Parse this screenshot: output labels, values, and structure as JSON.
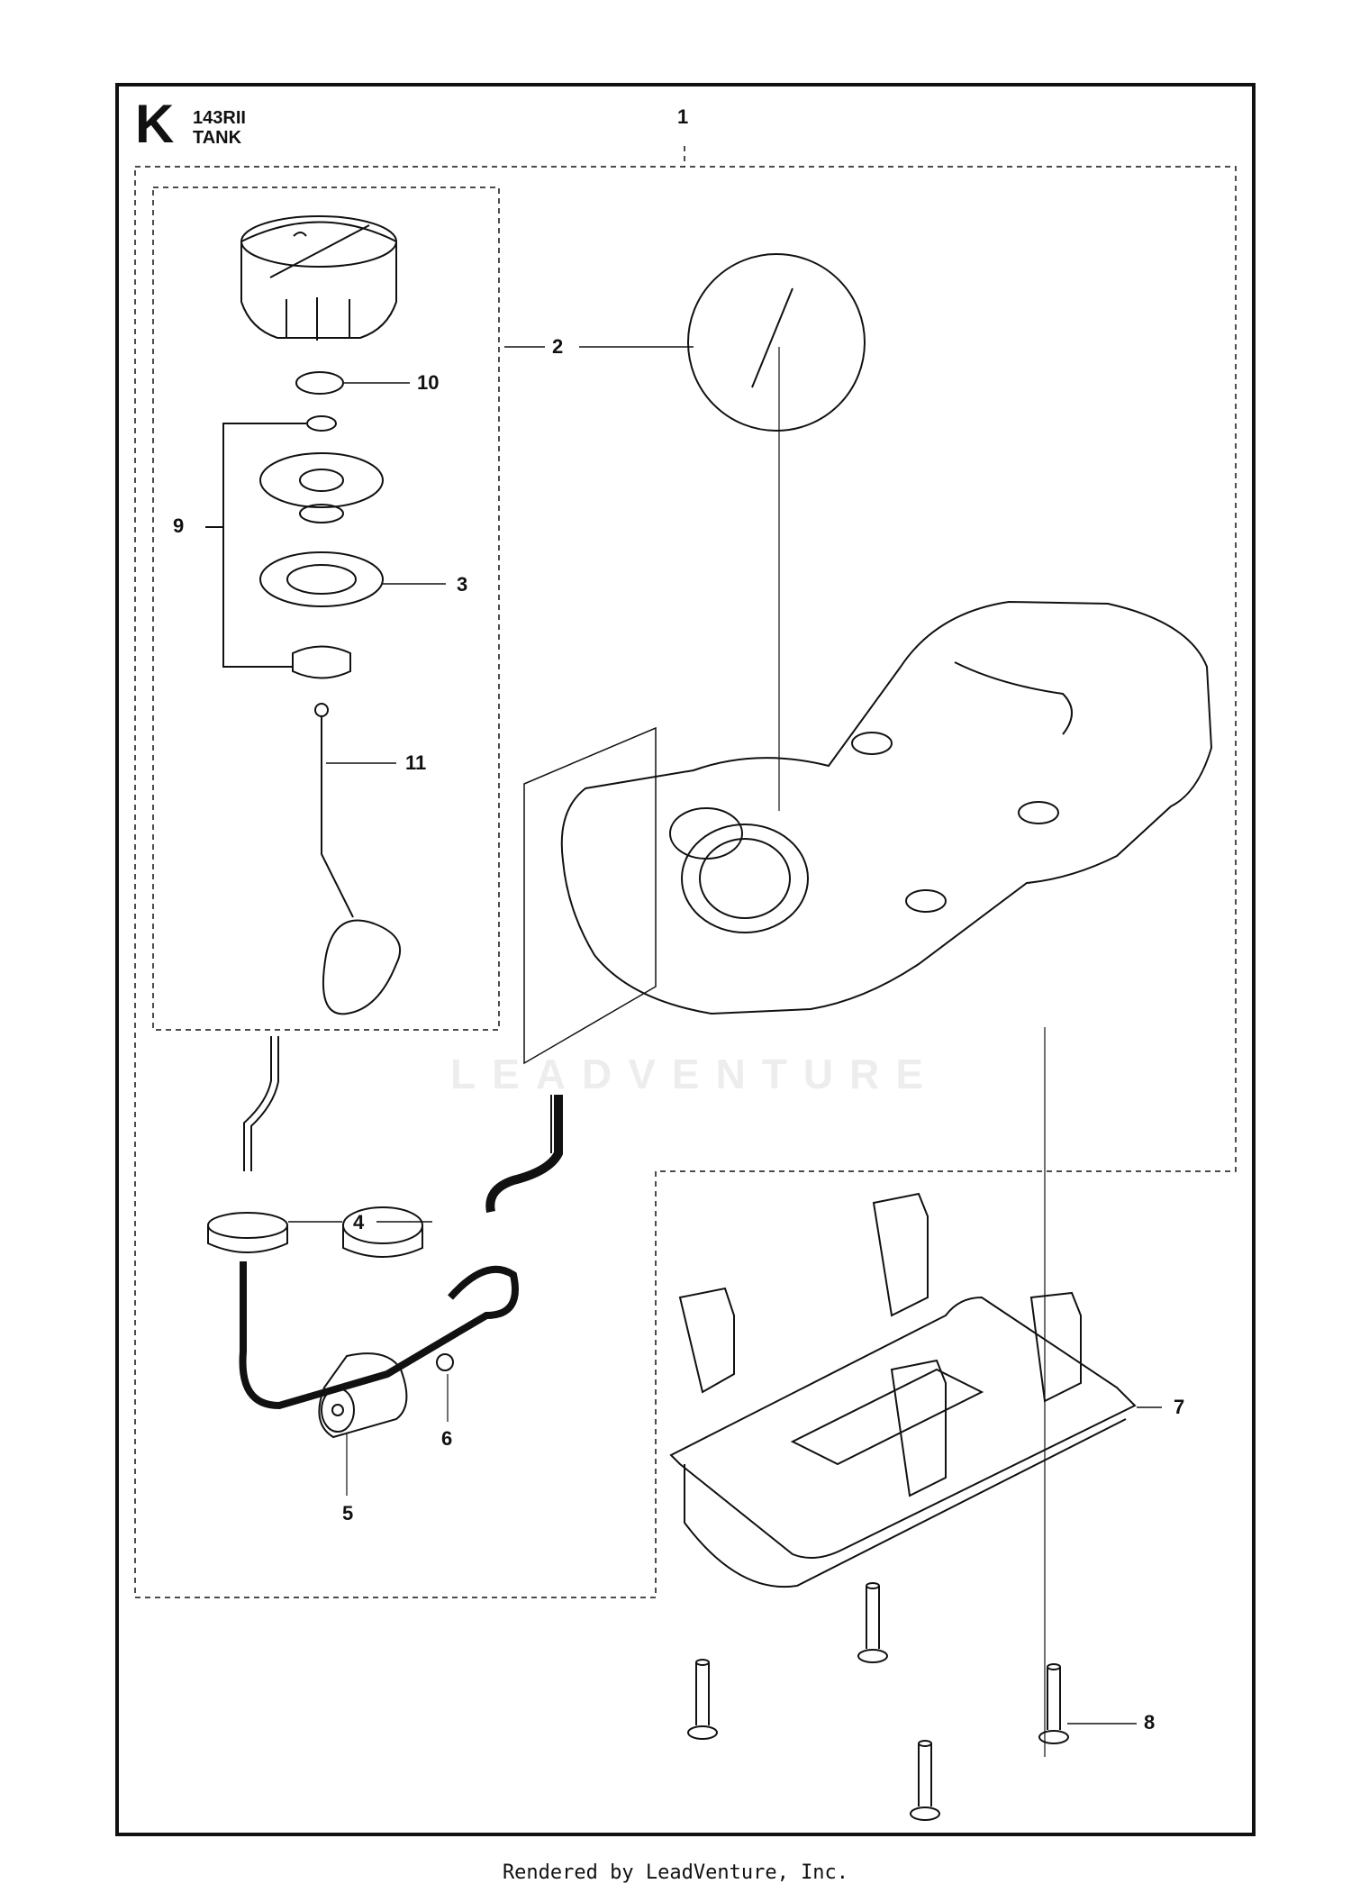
{
  "header": {
    "section_letter": "K",
    "model": "143RII",
    "title": "TANK"
  },
  "callouts": [
    {
      "id": "1",
      "label": "1"
    },
    {
      "id": "2",
      "label": "2"
    },
    {
      "id": "3",
      "label": "3"
    },
    {
      "id": "4",
      "label": "4"
    },
    {
      "id": "5",
      "label": "5"
    },
    {
      "id": "6",
      "label": "6"
    },
    {
      "id": "7",
      "label": "7"
    },
    {
      "id": "8",
      "label": "8"
    },
    {
      "id": "9",
      "label": "9"
    },
    {
      "id": "10",
      "label": "10"
    },
    {
      "id": "11",
      "label": "11"
    }
  ],
  "watermark": "LEADVENTURE",
  "footer": "Rendered by LeadVenture, Inc.",
  "colors": {
    "line": "#111111",
    "watermark": "#ededed"
  }
}
